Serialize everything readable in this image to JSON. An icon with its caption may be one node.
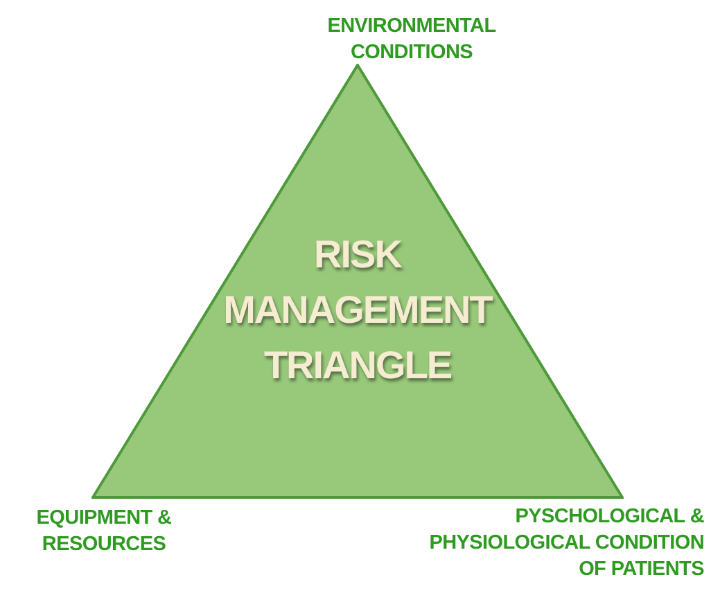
{
  "diagram": {
    "nodes": [
      {
        "text": [
          "RISK MANAGEMENT TRIANGLE"
        ]
      }
    ],
    "labels": [
      "ENVIRONMENTAL CONDITIONS",
      "EQUIPMENT & RESOURCES",
      "PYSCHOLOGICAL & PHYSIOLOGICAL CONDITION OF PATIENTS"
    ]
  }
}
